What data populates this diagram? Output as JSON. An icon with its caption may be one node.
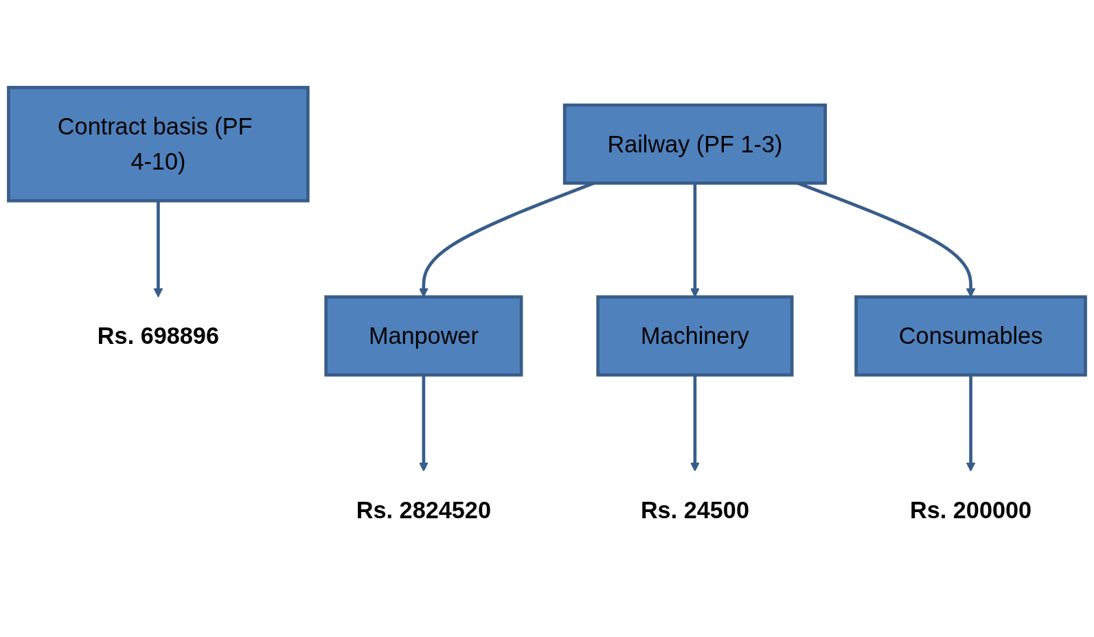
{
  "diagram": {
    "nodes": [
      {
        "text": [
          "Contract basis (PF 4-10)"
        ]
      },
      {
        "text": [
          "Railway (PF 1-3)"
        ]
      },
      {
        "text": [
          "Rs. 698896"
        ]
      },
      {
        "text": [
          "Manpower"
        ]
      },
      {
        "text": [
          "Machinery"
        ]
      },
      {
        "text": [
          "Consumables"
        ]
      },
      {
        "text": [
          "Rs. 2824520"
        ]
      },
      {
        "text": [
          "Rs. 24500"
        ]
      },
      {
        "text": [
          "Rs. 200000"
        ]
      }
    ],
    "edges": [
      {
        "from": 0,
        "to": 2,
        "arrow": "to"
      },
      {
        "from": 1,
        "to": 3,
        "arrow": "to"
      },
      {
        "from": 1,
        "to": 4,
        "arrow": "to"
      },
      {
        "from": 1,
        "to": 5,
        "arrow": "to"
      },
      {
        "from": 3,
        "to": 6,
        "arrow": "to"
      },
      {
        "from": 4,
        "to": 7,
        "arrow": "to"
      },
      {
        "from": 5,
        "to": 8,
        "arrow": "to"
      }
    ]
  }
}
